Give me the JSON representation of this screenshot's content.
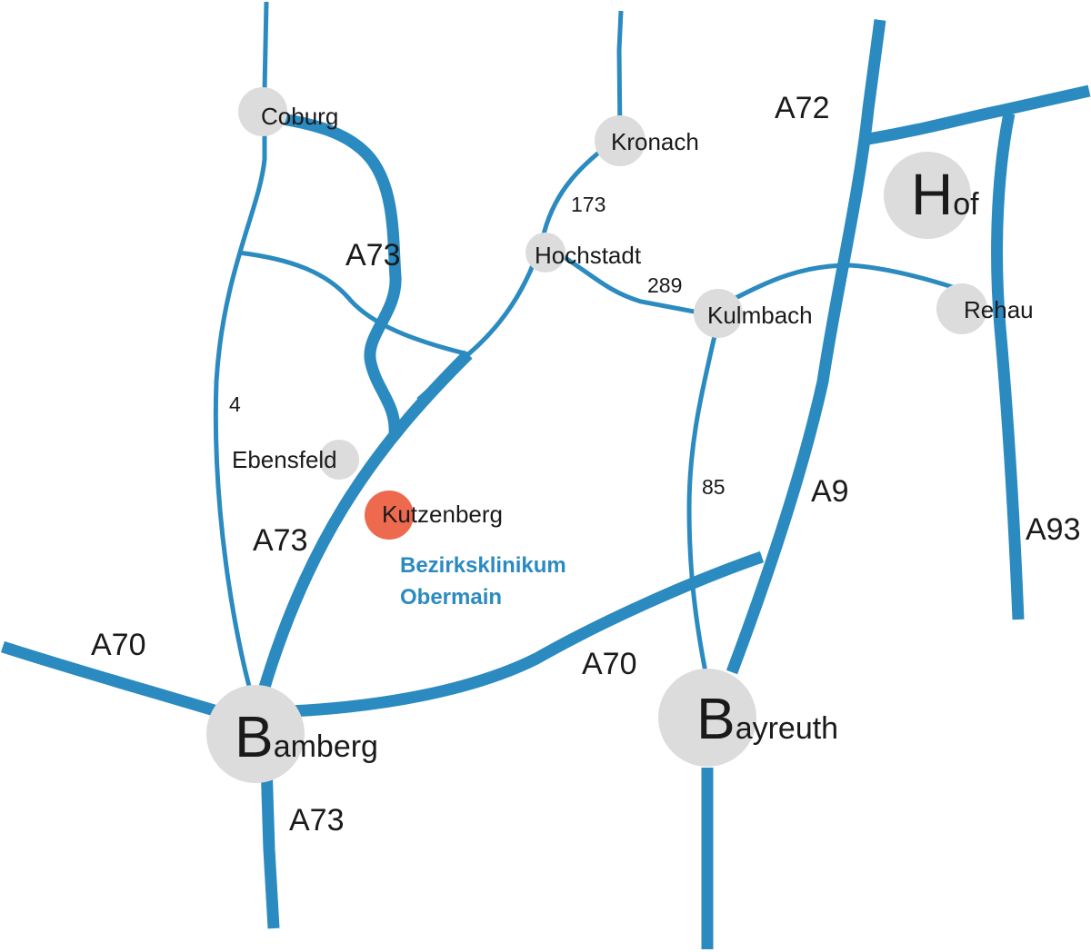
{
  "colors": {
    "road": "#2b8bc0",
    "city": "#dcdcdc",
    "target": "#ee6a4f",
    "clinic_text": "#2b8bc0",
    "text": "#1a1a1a"
  },
  "towns": {
    "coburg": "Coburg",
    "kronach": "Kronach",
    "hochstadt": "Hochstadt",
    "kulmbach": "Kulmbach",
    "rehau": "Rehau",
    "ebensfeld": "Ebensfeld",
    "kutzenberg": "Kutzenberg"
  },
  "cities": {
    "hof": {
      "initial": "H",
      "rest": "of"
    },
    "bamberg": {
      "initial": "B",
      "rest": "amberg"
    },
    "bayreuth": {
      "initial": "B",
      "rest": "ayreuth"
    }
  },
  "roads": {
    "a72": "A72",
    "a73": "A73",
    "a70": "A70",
    "a9": "A9",
    "a93": "A93",
    "r4": "4",
    "r173": "173",
    "r289": "289",
    "r85": "85"
  },
  "clinic": {
    "line1": "Bezirksklinikum",
    "line2": "Obermain"
  }
}
